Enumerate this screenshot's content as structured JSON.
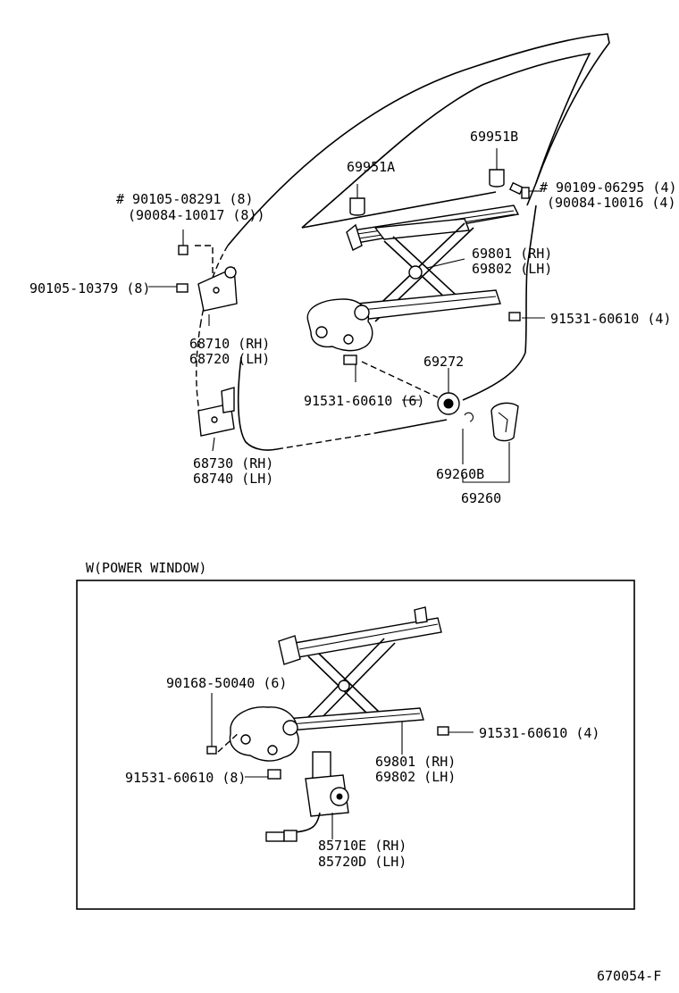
{
  "upper": {
    "cn_69951A": "69951A",
    "cn_69951B": "69951B",
    "cn_90109": "# 90109-06295 (4)",
    "cn_90084b": "(90084-10016 (4)",
    "cn_90105a": "# 90105-08291 (8)",
    "cn_90084a": "(90084-10017 (8))",
    "cn_90105b": "90105-10379 (8)",
    "cn_69801": "69801 (RH)",
    "cn_69802": "69802 (LH)",
    "cn_91531a": "91531-60610 (4)",
    "cn_68710": "68710 (RH)",
    "cn_68720": "68720 (LH)",
    "cn_69272": "69272",
    "cn_91531b": "91531-60610 (6)",
    "cn_68730": "68730 (RH)",
    "cn_68740": "68740 (LH)",
    "cn_69260B": "69260B",
    "cn_69260": "69260"
  },
  "power_window": {
    "title": "W(POWER WINDOW)",
    "cn_90168": "90168-50040 (6)",
    "cn_91531c": "91531-60610 (4)",
    "cn_69801": "69801 (RH)",
    "cn_69802": "69802 (LH)",
    "cn_91531d": "91531-60610 (8)",
    "cn_85710": "85710E (RH)",
    "cn_85720": "85720D (LH)"
  },
  "footer": {
    "ref": "670054-F"
  }
}
